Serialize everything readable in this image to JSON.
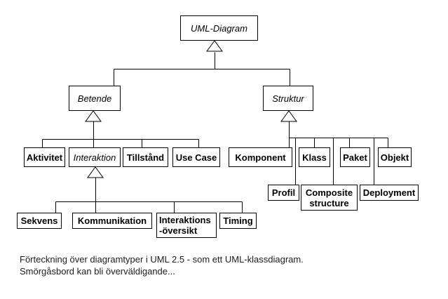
{
  "diagram": {
    "root_label": "UML-Diagram",
    "nodes": [
      {
        "id": "uml-diagram",
        "label": "UML-Diagram",
        "abstract": true
      },
      {
        "id": "betende",
        "label": "Betende",
        "abstract": true
      },
      {
        "id": "struktur",
        "label": "Struktur",
        "abstract": true
      },
      {
        "id": "aktivitet",
        "label": "Aktivitet",
        "abstract": false
      },
      {
        "id": "interaktion",
        "label": "Interaktion",
        "abstract": true
      },
      {
        "id": "tillstand",
        "label": "Tillstånd",
        "abstract": false
      },
      {
        "id": "use-case",
        "label": "Use Case",
        "abstract": false
      },
      {
        "id": "komponent",
        "label": "Komponent",
        "abstract": false
      },
      {
        "id": "klass",
        "label": "Klass",
        "abstract": false
      },
      {
        "id": "paket",
        "label": "Paket",
        "abstract": false
      },
      {
        "id": "objekt",
        "label": "Objekt",
        "abstract": false
      },
      {
        "id": "profil",
        "label": "Profil",
        "abstract": false
      },
      {
        "id": "composite-structure",
        "label": "Composite\nstructure",
        "abstract": false
      },
      {
        "id": "deployment",
        "label": "Deployment",
        "abstract": false
      },
      {
        "id": "sekvens",
        "label": "Sekvens",
        "abstract": false
      },
      {
        "id": "kommunikation",
        "label": "Kommunikation",
        "abstract": false
      },
      {
        "id": "interaktions-oversikt",
        "label": "Interaktions\n-översikt",
        "abstract": false
      },
      {
        "id": "timing",
        "label": "Timing",
        "abstract": false
      }
    ],
    "edges": [
      {
        "from": "UML-Diagram",
        "to": "Betende"
      },
      {
        "from": "UML-Diagram",
        "to": "Struktur"
      },
      {
        "from": "Betende",
        "to": "Aktivitet"
      },
      {
        "from": "Betende",
        "to": "Interaktion"
      },
      {
        "from": "Betende",
        "to": "Tillstånd"
      },
      {
        "from": "Betende",
        "to": "Use Case"
      },
      {
        "from": "Interaktion",
        "to": "Sekvens"
      },
      {
        "from": "Interaktion",
        "to": "Kommunikation"
      },
      {
        "from": "Interaktion",
        "to": "Interaktions-översikt"
      },
      {
        "from": "Interaktion",
        "to": "Timing"
      },
      {
        "from": "Struktur",
        "to": "Komponent"
      },
      {
        "from": "Struktur",
        "to": "Klass"
      },
      {
        "from": "Struktur",
        "to": "Paket"
      },
      {
        "from": "Struktur",
        "to": "Objekt"
      },
      {
        "from": "Struktur",
        "to": "Profil"
      },
      {
        "from": "Struktur",
        "to": "Composite structure"
      },
      {
        "from": "Struktur",
        "to": "Deployment"
      }
    ],
    "colors": {
      "line": "#000000",
      "node_background": "#ffffff",
      "node_text": "#000000",
      "caption_text": "#1c1c1c",
      "page_background": "#ffffff"
    }
  },
  "caption": {
    "line1": "Förteckning över diagramtyper i UML 2.5 - som ett UML-klassdiagram.",
    "line2": "Smörgåsbord kan bli överväldigande..."
  }
}
